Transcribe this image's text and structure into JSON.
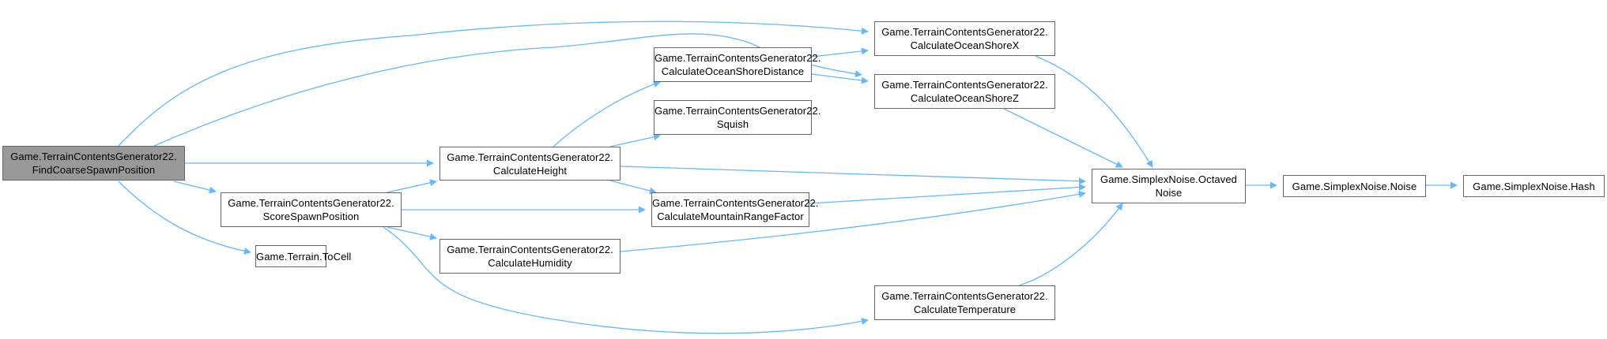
{
  "diagram": {
    "type": "call-graph",
    "edge_color": "#63b8ff",
    "root_fill": "#999999",
    "nodes": [
      {
        "id": "find",
        "line1": "Game.TerrainContentsGenerator22.",
        "line2": "FindCoarseSpawnPosition",
        "root": true
      },
      {
        "id": "height",
        "line1": "Game.TerrainContentsGenerator22.",
        "line2": "CalculateHeight"
      },
      {
        "id": "score",
        "line1": "Game.TerrainContentsGenerator22.",
        "line2": "ScoreSpawnPosition"
      },
      {
        "id": "tocell",
        "line1": "Game.Terrain.ToCell",
        "line2": ""
      },
      {
        "id": "humidity",
        "line1": "Game.TerrainContentsGenerator22.",
        "line2": "CalculateHumidity"
      },
      {
        "id": "shoredist",
        "line1": "Game.TerrainContentsGenerator22.",
        "line2": "CalculateOceanShoreDistance"
      },
      {
        "id": "squish",
        "line1": "Game.TerrainContentsGenerator22.",
        "line2": "Squish"
      },
      {
        "id": "shorex",
        "line1": "Game.TerrainContentsGenerator22.",
        "line2": "CalculateOceanShoreX"
      },
      {
        "id": "shorez",
        "line1": "Game.TerrainContentsGenerator22.",
        "line2": "CalculateOceanShoreZ"
      },
      {
        "id": "mountain",
        "line1": "Game.TerrainContentsGenerator22.",
        "line2": "CalculateMountainRangeFactor"
      },
      {
        "id": "temperature",
        "line1": "Game.TerrainContentsGenerator22.",
        "line2": "CalculateTemperature"
      },
      {
        "id": "octaved",
        "line1": "Game.SimplexNoise.Octaved",
        "line2": "Noise"
      },
      {
        "id": "noise",
        "line1": "Game.SimplexNoise.Noise",
        "line2": ""
      },
      {
        "id": "hash",
        "line1": "Game.SimplexNoise.Hash",
        "line2": ""
      }
    ],
    "edges": [
      {
        "from": "find",
        "to": "shorex"
      },
      {
        "from": "find",
        "to": "shorez"
      },
      {
        "from": "find",
        "to": "height"
      },
      {
        "from": "find",
        "to": "score"
      },
      {
        "from": "find",
        "to": "tocell"
      },
      {
        "from": "score",
        "to": "height"
      },
      {
        "from": "score",
        "to": "mountain"
      },
      {
        "from": "score",
        "to": "humidity"
      },
      {
        "from": "score",
        "to": "temperature"
      },
      {
        "from": "height",
        "to": "shoredist"
      },
      {
        "from": "height",
        "to": "squish"
      },
      {
        "from": "height",
        "to": "octaved"
      },
      {
        "from": "height",
        "to": "mountain"
      },
      {
        "from": "shoredist",
        "to": "shorex"
      },
      {
        "from": "shoredist",
        "to": "shorez"
      },
      {
        "from": "shorex",
        "to": "octaved"
      },
      {
        "from": "shorez",
        "to": "octaved"
      },
      {
        "from": "mountain",
        "to": "octaved"
      },
      {
        "from": "humidity",
        "to": "octaved"
      },
      {
        "from": "temperature",
        "to": "octaved"
      },
      {
        "from": "octaved",
        "to": "noise"
      },
      {
        "from": "noise",
        "to": "hash"
      }
    ]
  }
}
